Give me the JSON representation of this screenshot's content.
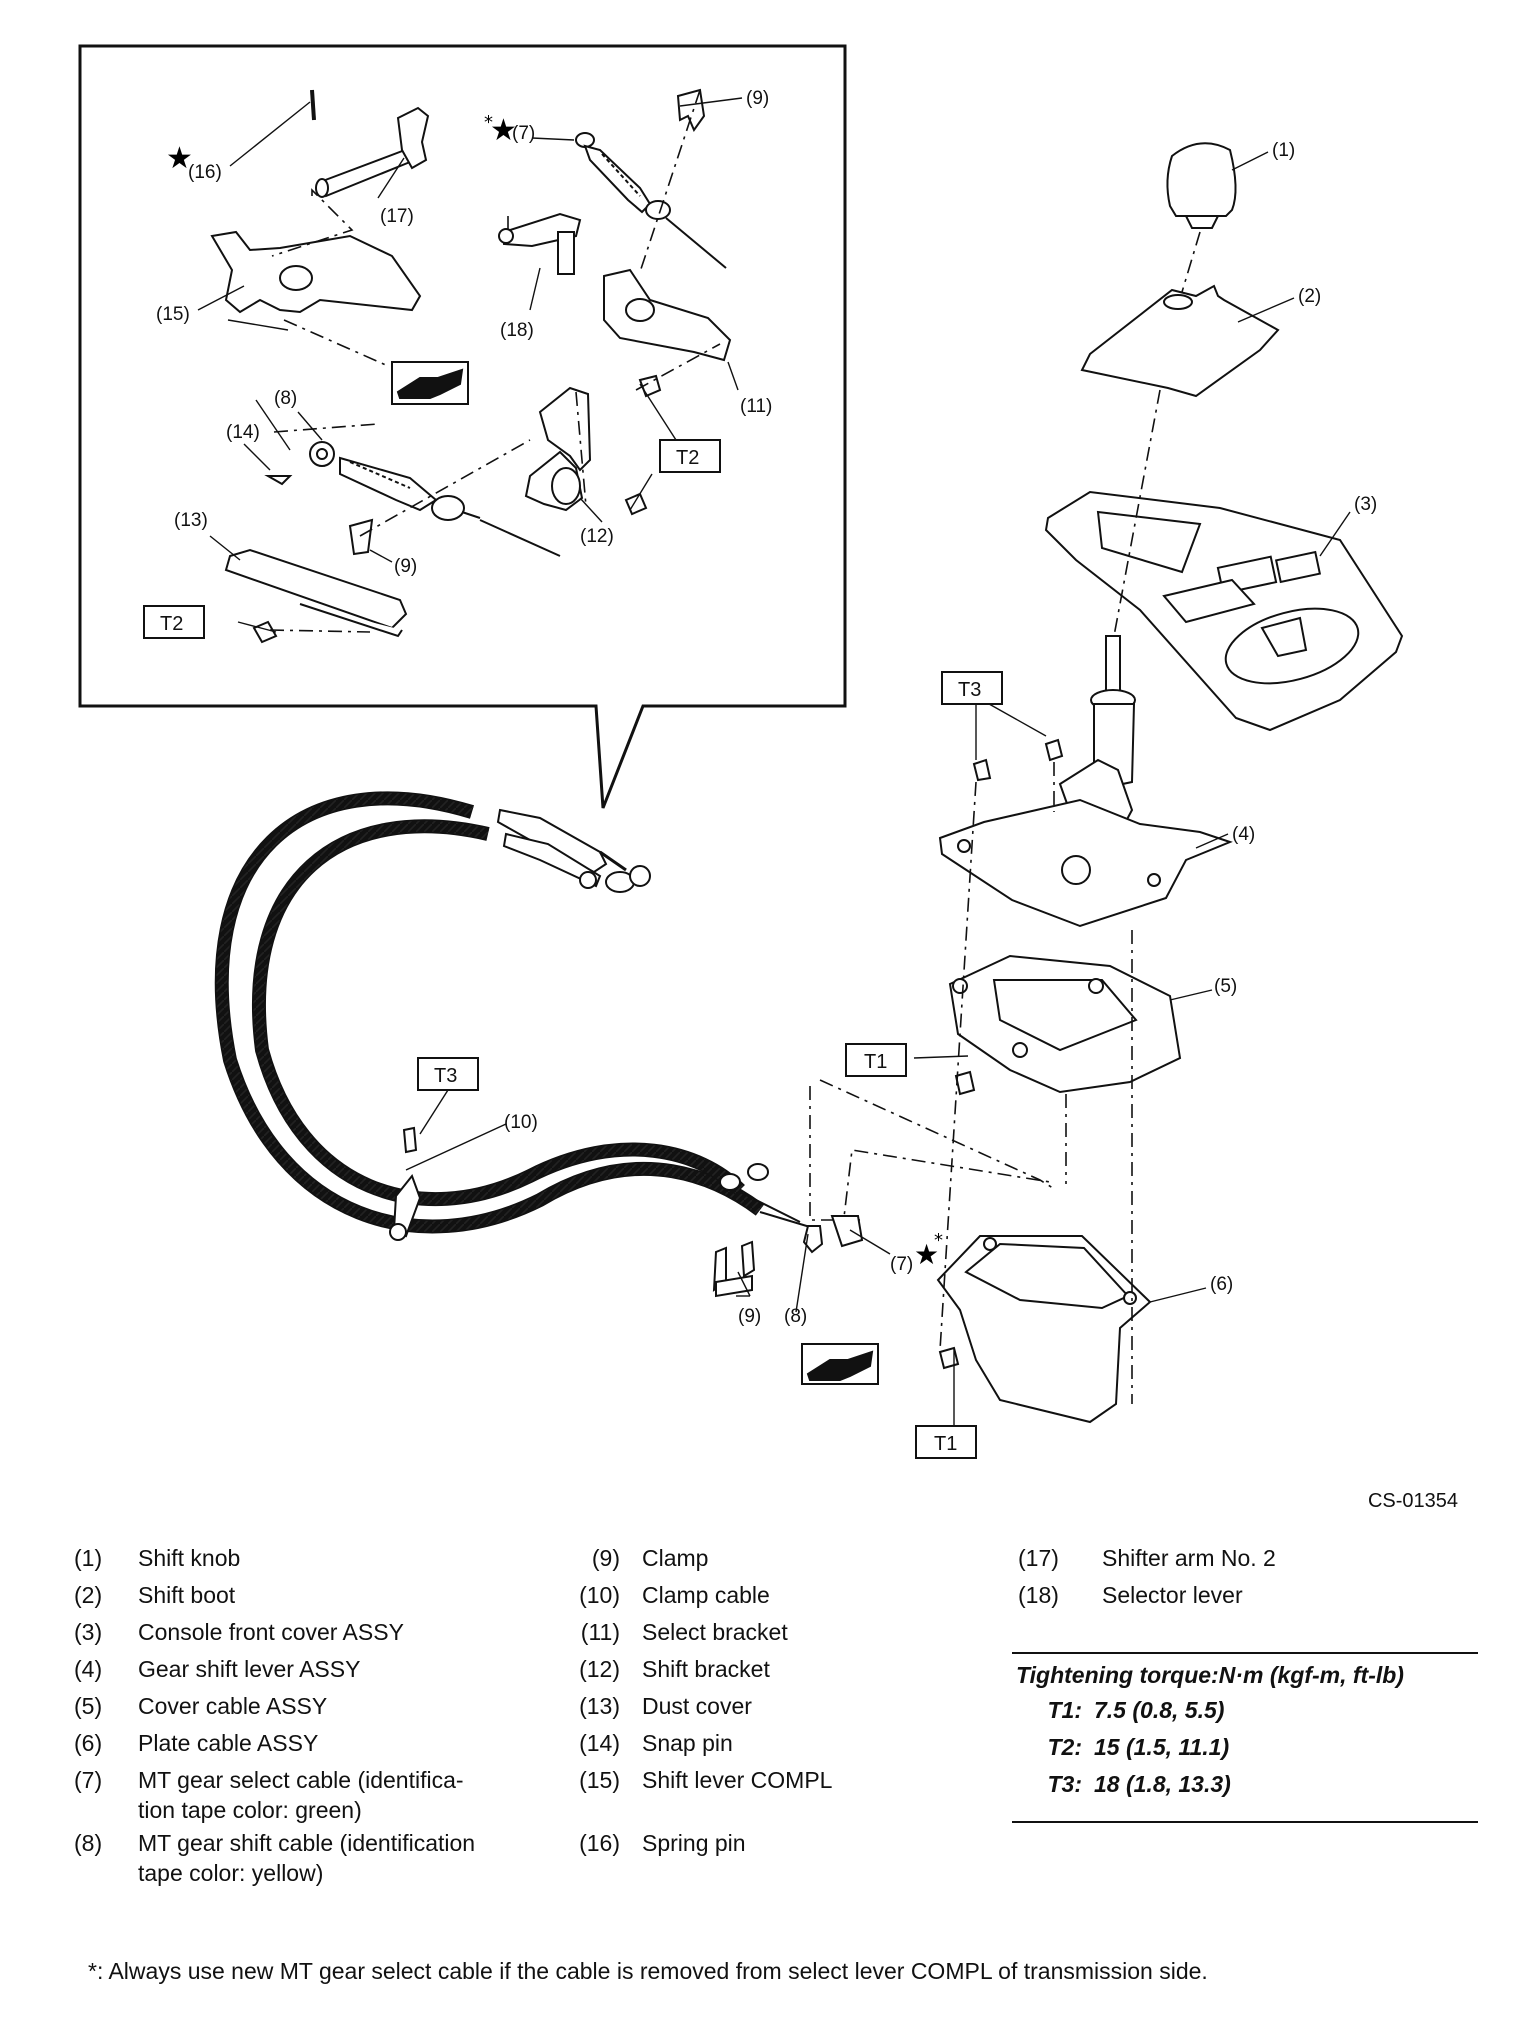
{
  "diagram": {
    "callouts": {
      "c1": "(1)",
      "c2": "(2)",
      "c3": "(3)",
      "c4": "(4)",
      "c5": "(5)",
      "c6": "(6)",
      "c7_inset": "(7)",
      "c7_main": "(7)",
      "c8_inset": "(8)",
      "c8_main": "(8)",
      "c9_inset_top": "(9)",
      "c9_inset_bot": "(9)",
      "c9_main": "(9)",
      "c10": "(10)",
      "c11": "(11)",
      "c12": "(12)",
      "c13": "(13)",
      "c14": "(14)",
      "c15": "(15)",
      "c16": "(16)",
      "c17": "(17)",
      "c18": "(18)"
    },
    "torque_tags": {
      "t2_inset_a": "T2",
      "t2_inset_b": "T2",
      "t3_top": "T3",
      "t3_left": "T3",
      "t1_mid": "T1",
      "t1_bot": "T1"
    },
    "star_symbol": "★",
    "asterisk": "*",
    "figure_code": "CS-01354"
  },
  "legend": {
    "col1": [
      {
        "num": "(1)",
        "text": "Shift knob"
      },
      {
        "num": "(2)",
        "text": "Shift boot"
      },
      {
        "num": "(3)",
        "text": "Console front cover ASSY"
      },
      {
        "num": "(4)",
        "text": "Gear shift lever ASSY"
      },
      {
        "num": "(5)",
        "text": "Cover cable ASSY"
      },
      {
        "num": "(6)",
        "text": "Plate cable ASSY"
      },
      {
        "num": "(7)",
        "text": "MT gear select cable (identifica-",
        "text2": "tion tape color: green)"
      },
      {
        "num": "(8)",
        "text": "MT gear shift cable (identification",
        "text2": "tape color: yellow)"
      }
    ],
    "col2": [
      {
        "num": "(9)",
        "text": "Clamp"
      },
      {
        "num": "(10)",
        "text": "Clamp cable"
      },
      {
        "num": "(11)",
        "text": "Select bracket"
      },
      {
        "num": "(12)",
        "text": "Shift bracket"
      },
      {
        "num": "(13)",
        "text": "Dust cover"
      },
      {
        "num": "(14)",
        "text": "Snap pin"
      },
      {
        "num": "(15)",
        "text": "Shift lever COMPL"
      },
      {
        "num": "(16)",
        "text": "Spring pin"
      }
    ],
    "col3": [
      {
        "num": "(17)",
        "text": "Shifter arm No. 2"
      },
      {
        "num": "(18)",
        "text": "Selector lever"
      }
    ]
  },
  "torque": {
    "heading": "Tightening torque:N·m (kgf-m, ft-lb)",
    "rows": [
      {
        "key": "T1:",
        "value": "7.5 (0.8, 5.5)"
      },
      {
        "key": "T2:",
        "value": "15 (1.5, 11.1)"
      },
      {
        "key": "T3:",
        "value": "18 (1.8, 13.3)"
      }
    ]
  },
  "footnote": "*: Always use new MT gear select cable if the cable is removed from select lever COMPL of transmission side."
}
